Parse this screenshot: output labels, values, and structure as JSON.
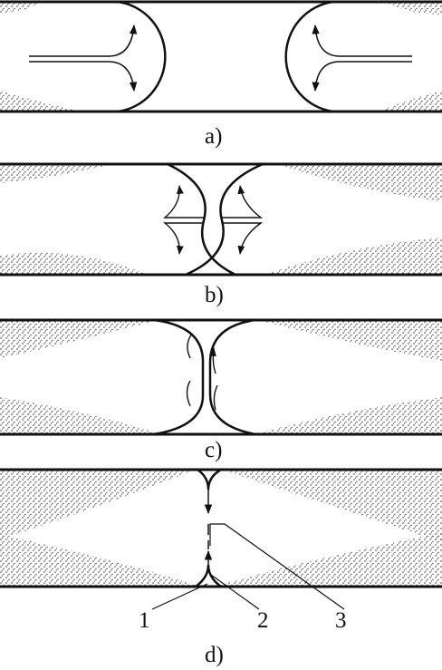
{
  "panels": [
    {
      "label": "a)"
    },
    {
      "label": "b)"
    },
    {
      "label": "c)"
    },
    {
      "label": "d)"
    }
  ],
  "callouts": [
    "1",
    "2",
    "3"
  ],
  "colors": {
    "ink": "#111111",
    "stipple": "#3a3a3a",
    "background": "#ffffff"
  }
}
